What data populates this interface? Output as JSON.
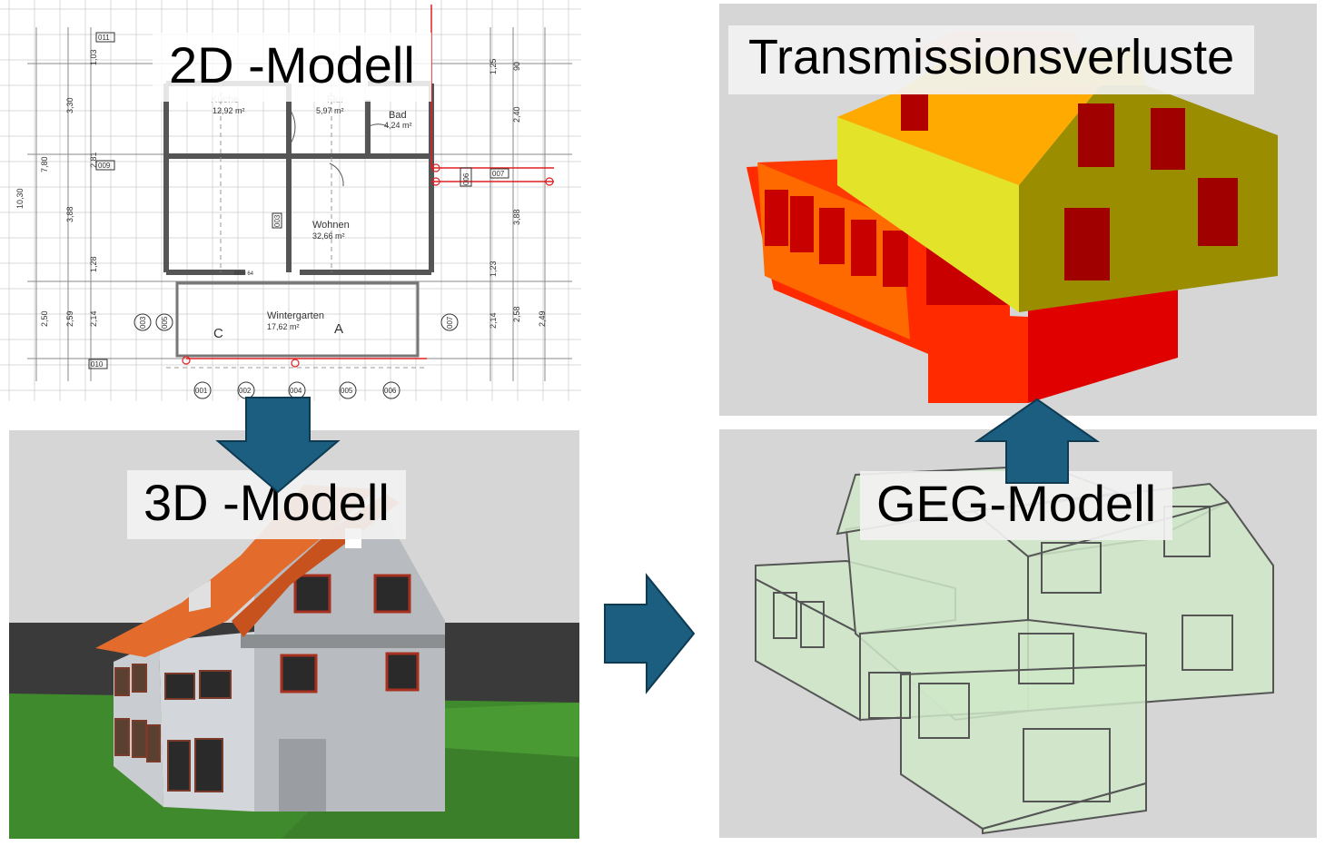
{
  "labels": {
    "model_2d": "2D -Modell",
    "model_3d": "3D -Modell",
    "geg": "GEG-Modell",
    "transmission": "Transmissionsverluste"
  },
  "floorplan": {
    "rooms": [
      {
        "name": "Küche",
        "area": "12,92 m²"
      },
      {
        "name": "Flur",
        "area": "5,97 m²"
      },
      {
        "name": "Bad",
        "area": "4,24 m²"
      },
      {
        "name": "Wohnen",
        "area": "32,66 m²"
      },
      {
        "name": "Wintergarten",
        "area": "17,62 m²"
      }
    ],
    "axis_markers": [
      "001",
      "002",
      "004",
      "005",
      "006"
    ],
    "side_markers": [
      "003",
      "005",
      "007"
    ],
    "boxed_labels": [
      "011",
      "009",
      "010",
      "003",
      "006",
      "007"
    ],
    "dims_left_outer": "7,80",
    "dims_left_total": "10,30",
    "dims_left": [
      "1,03",
      "3,30",
      "2,81",
      "3,88",
      "1,28",
      "2,59",
      "2,50",
      "2,14"
    ],
    "dims_right": [
      "1,25",
      "2,40",
      "3,88",
      "1,23",
      "2,14",
      "2,58",
      "2,49",
      "90"
    ],
    "window_label": "BRH 64",
    "section_labels": [
      "C",
      "A"
    ]
  },
  "colors": {
    "arrow": "#1b5e80",
    "arrow_outline": "#0e3a52",
    "panel_bg": "#d9d9d9",
    "grass": "#3f8a2c",
    "roof_tile": "#e36b2c",
    "wall_grey": "#b8bcc0",
    "geg_fill": "#cfe8c8",
    "geg_line": "#555555",
    "heat_red": "#ff2a00",
    "heat_orange": "#ff8a00",
    "heat_yellow": "#dcdc2a",
    "heat_olive": "#9a8d00",
    "window_dark": "#a00000"
  },
  "icons": {
    "arrow_down": "arrow-down-icon",
    "arrow_right": "arrow-right-icon",
    "arrow_up": "arrow-up-icon"
  }
}
